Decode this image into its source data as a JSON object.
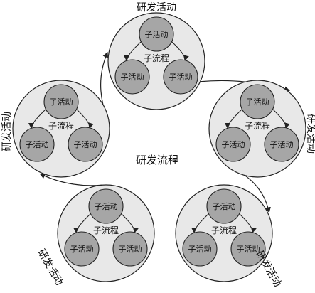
{
  "diagram": {
    "center_label": "研发流程",
    "activities": [
      {
        "label": "研发活动",
        "top_activity": "子活动",
        "flow_label": "子流程",
        "left_activity": "子活动",
        "right_activity": "子活动"
      },
      {
        "label": "研发活动",
        "top_activity": "子活动",
        "flow_label": "子流程",
        "left_activity": "子活动",
        "right_activity": "子活动"
      },
      {
        "label": "研发活动",
        "top_activity": "子活动",
        "flow_label": "子流程",
        "left_activity": "子活动",
        "right_activity": "子活动"
      },
      {
        "label": "研发活动",
        "top_activity": "子活动",
        "flow_label": "子流程",
        "left_activity": "子活动",
        "right_activity": "子活动"
      },
      {
        "label": "研发活动",
        "top_activity": "子活动",
        "flow_label": "子流程",
        "left_activity": "子活动",
        "right_activity": "子活动"
      }
    ],
    "colors": {
      "outer_fill": "#e8e8e8",
      "inner_fill": "#a6a6a6",
      "stroke": "#222222",
      "background": "#ffffff"
    }
  }
}
